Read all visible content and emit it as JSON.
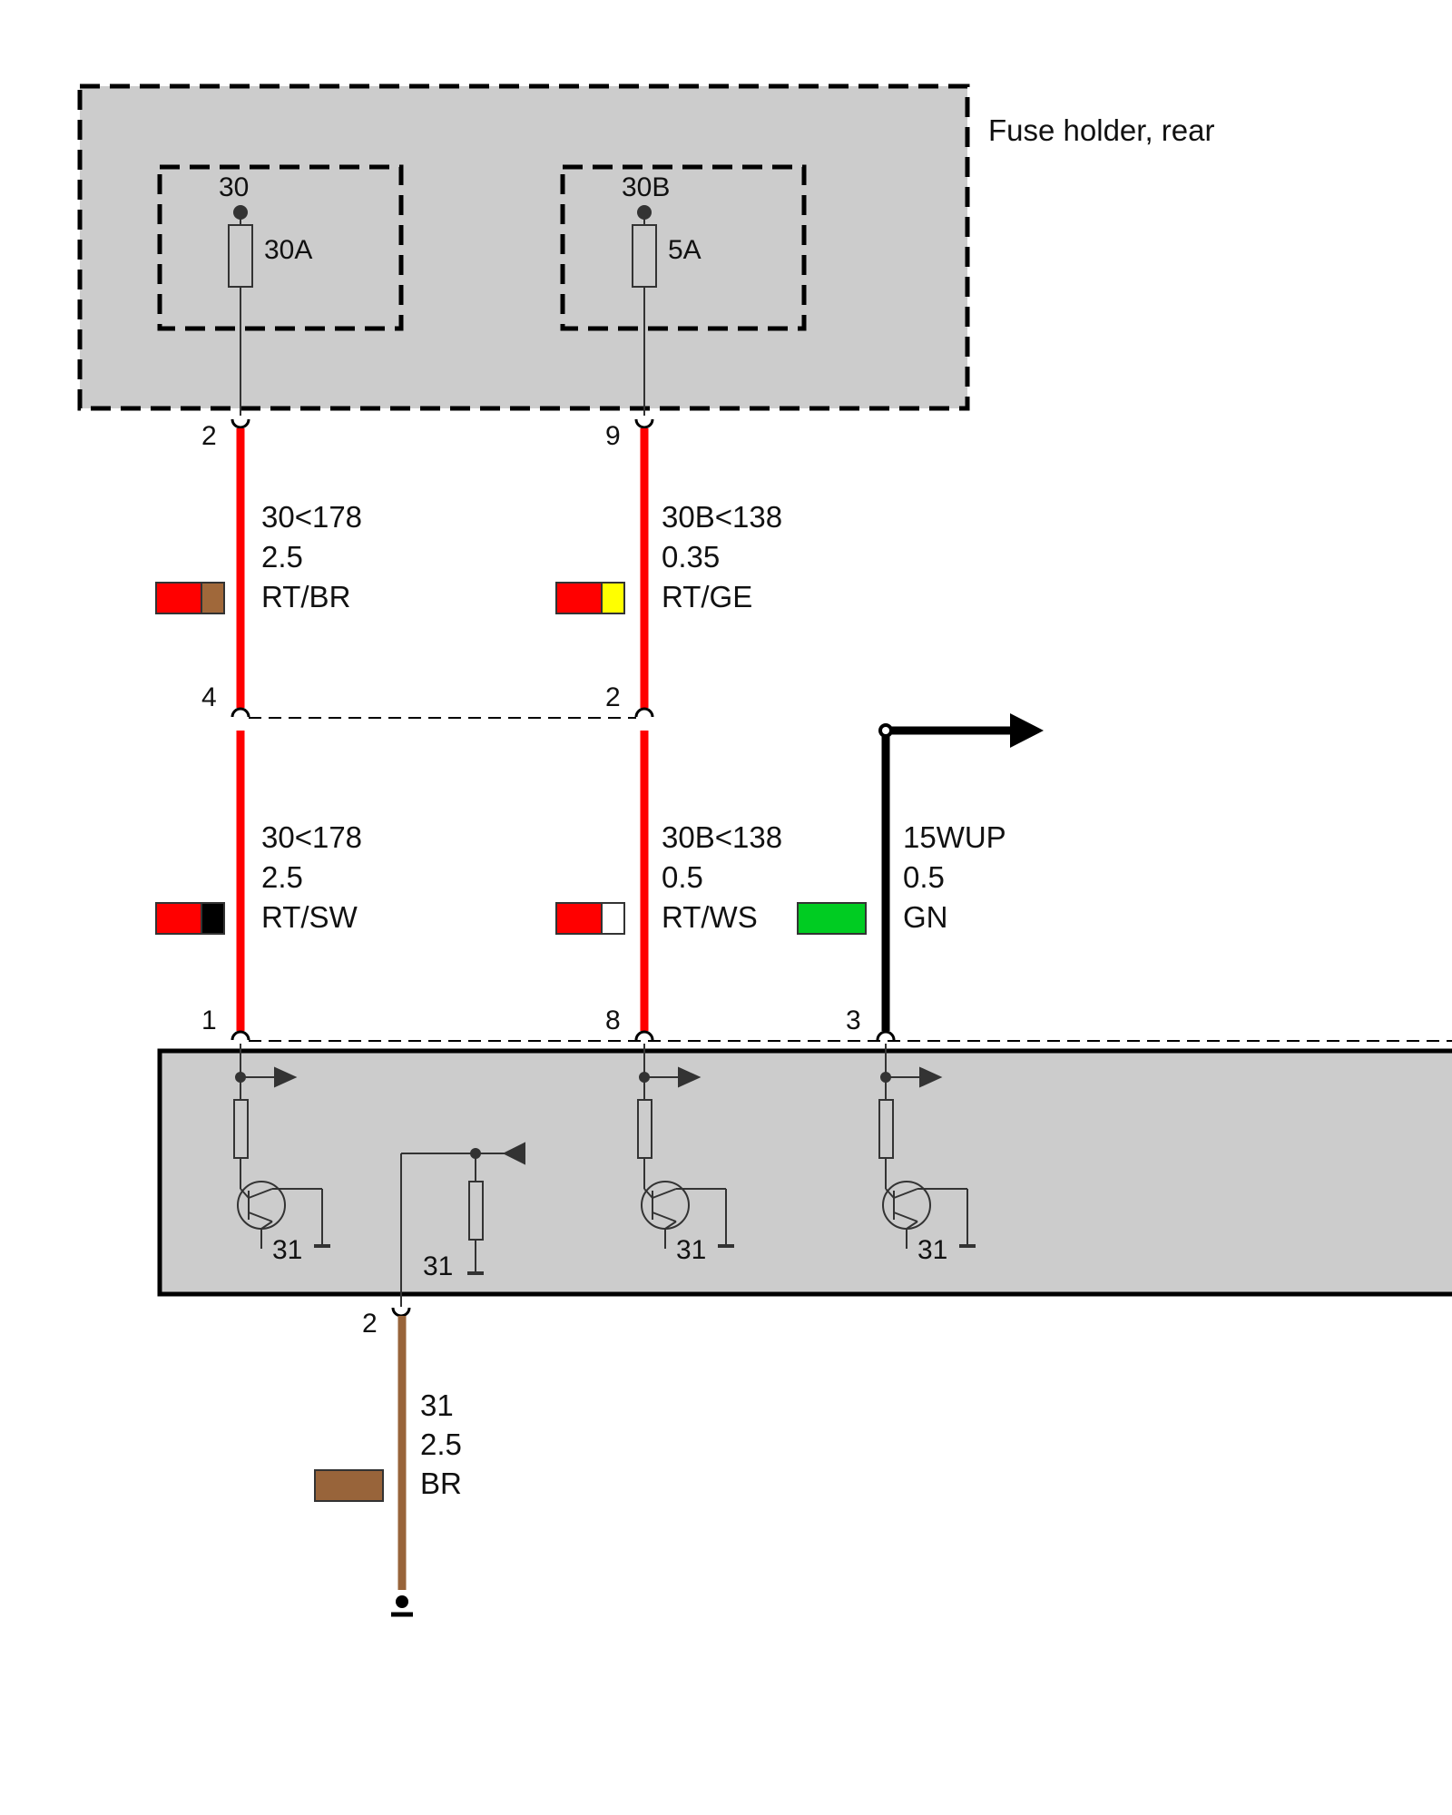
{
  "fuse_holder": {
    "label": "Fuse holder, rear",
    "fuses": [
      {
        "terminal": "30",
        "rating": "30A"
      },
      {
        "terminal": "30B",
        "rating": "5A"
      }
    ]
  },
  "pins": {
    "fuse_out_a": "2",
    "fuse_out_b": "9",
    "mid_a": "4",
    "mid_b": "2",
    "module_in_a": "1",
    "module_in_b": "8",
    "module_in_c": "3",
    "module_ground": "2"
  },
  "wires": [
    {
      "id": "w1",
      "signal": "30<178",
      "size": "2.5",
      "color_code": "RT/BR",
      "color_main": "#ff0000",
      "color_stripe": "#a0683a"
    },
    {
      "id": "w2",
      "signal": "30B<138",
      "size": "0.35",
      "color_code": "RT/GE",
      "color_main": "#ff0000",
      "color_stripe": "#ffff00"
    },
    {
      "id": "w3",
      "signal": "30<178",
      "size": "2.5",
      "color_code": "RT/SW",
      "color_main": "#ff0000",
      "color_stripe": "#000000"
    },
    {
      "id": "w4",
      "signal": "30B<138",
      "size": "0.5",
      "color_code": "RT/WS",
      "color_main": "#ff0000",
      "color_stripe": "#ffffff"
    },
    {
      "id": "w5",
      "signal": "15WUP",
      "size": "0.5",
      "color_code": "GN",
      "color_main": "#00cc22"
    },
    {
      "id": "w6",
      "signal": "31",
      "size": "2.5",
      "color_code": "BR",
      "color_main": "#98643a"
    }
  ],
  "module": {
    "ground_labels": [
      "31",
      "31",
      "31",
      "31"
    ]
  },
  "colors": {
    "box_fill": "#cccccc",
    "red_wire": "#ff0000",
    "brown_wire": "#98643a",
    "black_wire": "#000000"
  }
}
